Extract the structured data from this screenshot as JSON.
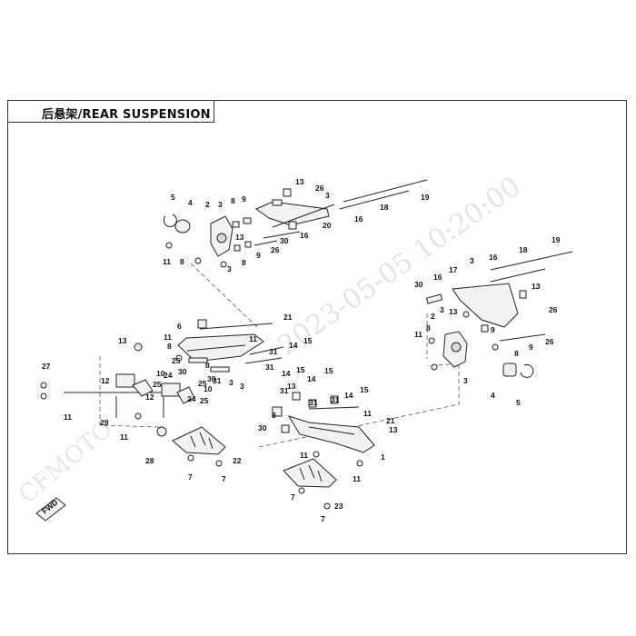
{
  "title": "后悬架/REAR SUSPENSION",
  "watermark_date": "2023-05-05  10:20:00",
  "watermark_brand": "CFMOTO",
  "fwd_label": "FWD",
  "callouts": [
    {
      "id": "c1",
      "label": "5"
    },
    {
      "id": "c2",
      "label": "4"
    },
    {
      "id": "c3",
      "label": "2"
    },
    {
      "id": "c4",
      "label": "3"
    },
    {
      "id": "c5",
      "label": "8"
    },
    {
      "id": "c6",
      "label": "9"
    },
    {
      "id": "c7",
      "label": "13"
    },
    {
      "id": "c8",
      "label": "26"
    },
    {
      "id": "c9",
      "label": "3"
    },
    {
      "id": "c10",
      "label": "19"
    },
    {
      "id": "c11",
      "label": "18"
    },
    {
      "id": "c12",
      "label": "16"
    },
    {
      "id": "c13",
      "label": "20"
    },
    {
      "id": "c14",
      "label": "16"
    },
    {
      "id": "c15",
      "label": "30"
    },
    {
      "id": "c16",
      "label": "13"
    },
    {
      "id": "c17",
      "label": "26"
    },
    {
      "id": "c18",
      "label": "9"
    },
    {
      "id": "c19",
      "label": "8"
    },
    {
      "id": "c20",
      "label": "3"
    },
    {
      "id": "c21",
      "label": "11"
    },
    {
      "id": "c22",
      "label": "8"
    },
    {
      "id": "c23",
      "label": "19"
    },
    {
      "id": "c24",
      "label": "18"
    },
    {
      "id": "c25",
      "label": "16"
    },
    {
      "id": "c26",
      "label": "3"
    },
    {
      "id": "c27",
      "label": "30"
    },
    {
      "id": "c28",
      "label": "16"
    },
    {
      "id": "c29",
      "label": "17"
    },
    {
      "id": "c30",
      "label": "13"
    },
    {
      "id": "c31",
      "label": "26"
    },
    {
      "id": "c32",
      "label": "2"
    },
    {
      "id": "c33",
      "label": "3"
    },
    {
      "id": "c34",
      "label": "13"
    },
    {
      "id": "c35",
      "label": "9"
    },
    {
      "id": "c36",
      "label": "11"
    },
    {
      "id": "c37",
      "label": "8"
    },
    {
      "id": "c38",
      "label": "26"
    },
    {
      "id": "c39",
      "label": "9"
    },
    {
      "id": "c40",
      "label": "8"
    },
    {
      "id": "c41",
      "label": "3"
    },
    {
      "id": "c42",
      "label": "4"
    },
    {
      "id": "c43",
      "label": "5"
    },
    {
      "id": "c44",
      "label": "21"
    },
    {
      "id": "c45",
      "label": "6"
    },
    {
      "id": "c46",
      "label": "13"
    },
    {
      "id": "c47",
      "label": "11"
    },
    {
      "id": "c48",
      "label": "8"
    },
    {
      "id": "c49",
      "label": "11"
    },
    {
      "id": "c50",
      "label": "14"
    },
    {
      "id": "c51",
      "label": "15"
    },
    {
      "id": "c52",
      "label": "31"
    },
    {
      "id": "c53",
      "label": "31"
    },
    {
      "id": "c54",
      "label": "14"
    },
    {
      "id": "c55",
      "label": "15"
    },
    {
      "id": "c56",
      "label": "25"
    },
    {
      "id": "c57",
      "label": "30"
    },
    {
      "id": "c58",
      "label": "8"
    },
    {
      "id": "c59",
      "label": "3"
    },
    {
      "id": "c60",
      "label": "30"
    },
    {
      "id": "c61",
      "label": "3"
    },
    {
      "id": "c62",
      "label": "25"
    },
    {
      "id": "c63",
      "label": "31"
    },
    {
      "id": "c64",
      "label": "10"
    },
    {
      "id": "c65",
      "label": "24"
    },
    {
      "id": "c66",
      "label": "25"
    },
    {
      "id": "c67",
      "label": "12"
    },
    {
      "id": "c68",
      "label": "10"
    },
    {
      "id": "c69",
      "label": "24"
    },
    {
      "id": "c70",
      "label": "25"
    },
    {
      "id": "c71",
      "label": "12"
    },
    {
      "id": "c72",
      "label": "27"
    },
    {
      "id": "c73",
      "label": "11"
    },
    {
      "id": "c74",
      "label": "29"
    },
    {
      "id": "c75",
      "label": "11"
    },
    {
      "id": "c76",
      "label": "28"
    },
    {
      "id": "c77",
      "label": "7"
    },
    {
      "id": "c78",
      "label": "22"
    },
    {
      "id": "c79",
      "label": "7"
    },
    {
      "id": "c80",
      "label": "13"
    },
    {
      "id": "c81",
      "label": "31"
    },
    {
      "id": "c82",
      "label": "14"
    },
    {
      "id": "c83",
      "label": "15"
    },
    {
      "id": "c84",
      "label": "31"
    },
    {
      "id": "c85",
      "label": "31"
    },
    {
      "id": "c86",
      "label": "14"
    },
    {
      "id": "c87",
      "label": "15"
    },
    {
      "id": "c88",
      "label": "30"
    },
    {
      "id": "c89",
      "label": "8"
    },
    {
      "id": "c90",
      "label": "11"
    },
    {
      "id": "c91",
      "label": "21"
    },
    {
      "id": "c92",
      "label": "13"
    },
    {
      "id": "c93",
      "label": "1"
    },
    {
      "id": "c94",
      "label": "11"
    },
    {
      "id": "c95",
      "label": "11"
    },
    {
      "id": "c96",
      "label": "7"
    },
    {
      "id": "c97",
      "label": "23"
    },
    {
      "id": "c98",
      "label": "7"
    }
  ]
}
